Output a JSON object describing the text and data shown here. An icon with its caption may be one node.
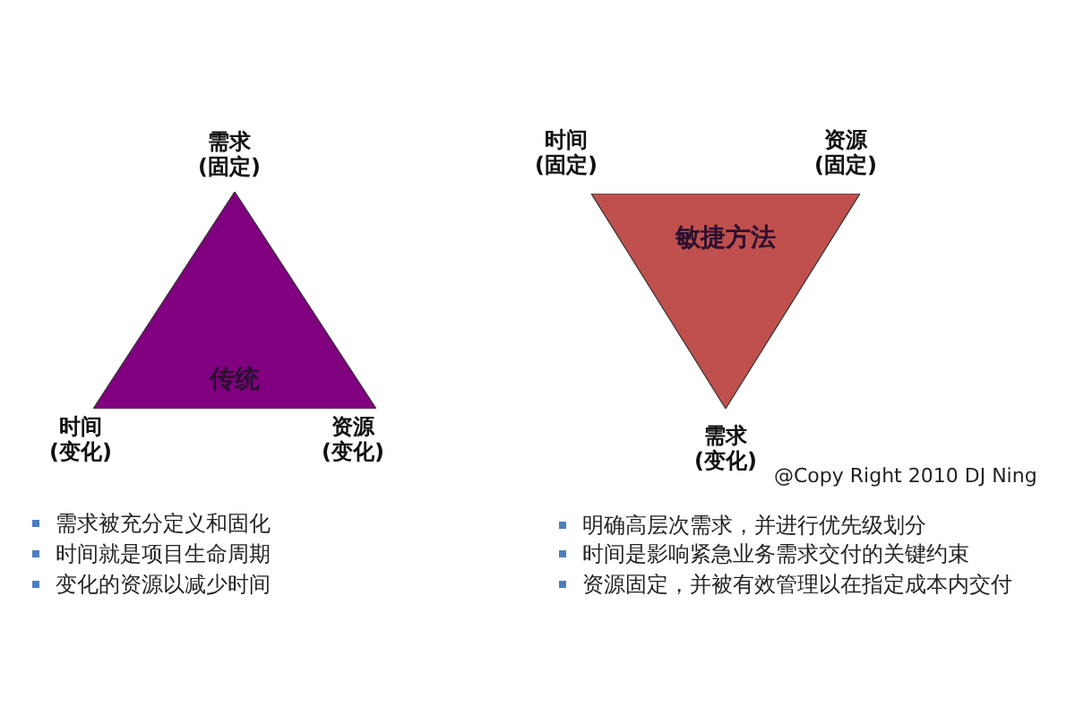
{
  "diagram": {
    "nodes": [
      {
        "text": [
          "传统"
        ]
      },
      {
        "text": [
          "敏捷方法"
        ]
      }
    ],
    "edges": [],
    "labels": [
      "需求(固定)",
      "时间(变化)",
      "资源(变化)",
      "需求被充分定义和固化",
      "时间就是项目生命周期",
      "变化的资源以减少时间",
      "时间(固定)",
      "资源(固定)",
      "需求(变化)",
      "@Copy Right 2010 DJ Ning",
      "明确高层次需求，并进行优先级划分",
      "时间是影响紧急业务需求交付的关键约束",
      "资源固定，并被有效管理以在指定成本内交付"
    ]
  }
}
